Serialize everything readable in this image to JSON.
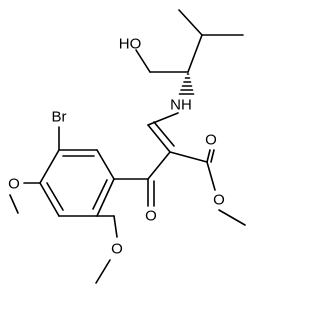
{
  "molecule": {
    "atoms": {
      "hydroxyl": "HO",
      "amine": "NH",
      "bromine": "Br",
      "ester_carbonyl_o": "O",
      "ester_methoxy_o": "O",
      "ketone_o": "O",
      "ring_methoxy_top_o": "O",
      "ring_methoxy_bottom_o": "O"
    },
    "colors": {
      "bond": "#000000",
      "label": "#000000",
      "background": "#ffffff"
    }
  }
}
